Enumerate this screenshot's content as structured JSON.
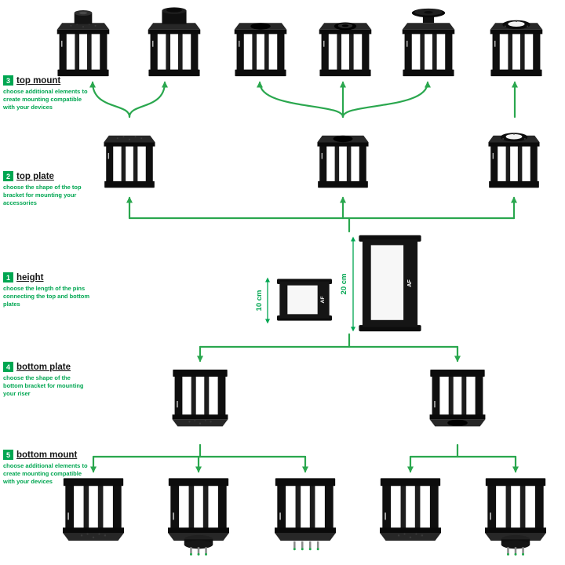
{
  "brand": "AF",
  "colors": {
    "accent": "#00a651",
    "arrow": "#2aa74e",
    "product_black": "#111111",
    "background": "#ffffff"
  },
  "steps": {
    "top_mount": {
      "num": "3",
      "label": "top mount",
      "desc": "choose additional elements to create mounting compatible with your devices"
    },
    "top_plate": {
      "num": "2",
      "label": "top plate",
      "desc": "choose the shape of the top bracket for mounting your accessories"
    },
    "height": {
      "num": "1",
      "label": "height",
      "desc": "choose the length of the pins connecting the top and bottom plates"
    },
    "bottom_plate": {
      "num": "4",
      "label": "bottom plate",
      "desc": "choose the shape of the bottom bracket for mounting your riser"
    },
    "bottom_mount": {
      "num": "5",
      "label": "bottom mount",
      "desc": "choose additional elements to create mounting compatible with your devices"
    }
  },
  "heights": {
    "small": "10 cm",
    "large": "20 cm"
  },
  "products": {
    "top_mounts": [
      "riser with cylinder pad",
      "riser with drum cylinder",
      "riser with round cutout plate",
      "riser with round adapter",
      "riser with dish mount",
      "riser with ring adapter"
    ],
    "top_plates": [
      "riser with flat top plate",
      "riser with hole top plate",
      "riser with ring top plate"
    ],
    "risers": [
      "riser frame 10 cm",
      "riser frame 20 cm"
    ],
    "bottom_plates": [
      "riser with flat bottom plate",
      "riser with hole bottom plate"
    ],
    "bottom_mounts": [
      "riser with flat bottom plate",
      "riser with round base and pins",
      "riser with pin feet",
      "riser with flat bottom plate",
      "riser with round base"
    ]
  }
}
